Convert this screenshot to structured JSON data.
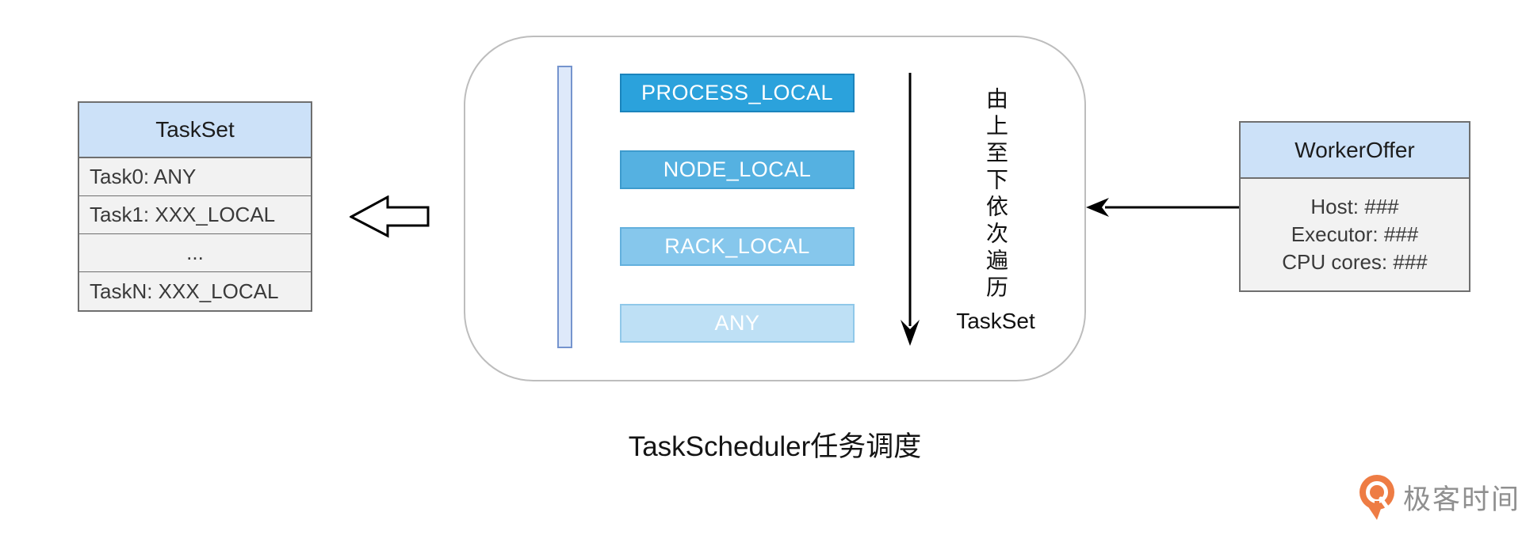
{
  "taskset_table": {
    "title": "TaskSet",
    "rows": [
      "Task0: ANY",
      "Task1: XXX_LOCAL",
      "...",
      "TaskN: XXX_LOCAL"
    ]
  },
  "scheduler": {
    "levels": [
      {
        "label": "PROCESS_LOCAL",
        "fill": "#2ba2dc",
        "border": "#1b84bc"
      },
      {
        "label": "NODE_LOCAL",
        "fill": "#55b1e1",
        "border": "#3d9bcd"
      },
      {
        "label": "RACK_LOCAL",
        "fill": "#86c7ec",
        "border": "#63b0dd"
      },
      {
        "label": "ANY",
        "fill": "#bee0f5",
        "border": "#90c8e9"
      }
    ],
    "vertical_note": "由上至下依次遍历",
    "vertical_note_suffix": "TaskSet"
  },
  "workeroffer": {
    "title": "WorkerOffer",
    "lines": [
      "Host: ###",
      "Executor: ###",
      "CPU cores: ###"
    ]
  },
  "caption": "TaskScheduler任务调度",
  "logo": {
    "text": "极客时间",
    "brand_color": "#ee7c44"
  },
  "colors": {
    "header_fill": "#cce1f8",
    "row_fill": "#f2f2f2",
    "container_border": "#bdbdbd",
    "strip_fill": "#dee9fa",
    "strip_border": "#7594ce",
    "table_border": "#6f6f6f"
  }
}
